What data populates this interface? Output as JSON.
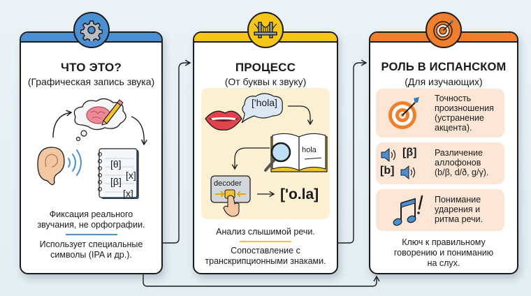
{
  "colors": {
    "blue": "#4a8fd4",
    "yellow": "#f5c518",
    "orange": "#f07e2a",
    "process_bg": "#fbf1d2",
    "role_bg": "#fbe6d6",
    "outline": "#1c1c1c",
    "background": "#e7eff4"
  },
  "panels": [
    {
      "id": "what",
      "icon": "gear-icon",
      "title": "ЧТО ЭТО?",
      "subtitle": "(Графическая запись звука)",
      "illustration": {
        "icons": [
          "ear-icon",
          "sound-waves-icon",
          "brain-thought-icon",
          "pencil-icon",
          "notebook-icon"
        ],
        "notebook_symbols": [
          "[θ]",
          "[x]",
          "[β]",
          "[x]"
        ]
      },
      "caption_1": [
        "Фиксация реального",
        "звучания, не орфографии."
      ],
      "caption_2": [
        "Использует специальные",
        "символы (IPA и др.)."
      ]
    },
    {
      "id": "process",
      "icon": "bridge-icon",
      "title": "ПРОЦЕСС",
      "subtitle": "(От буквы к звуку)",
      "illustration": {
        "icons": [
          "lips-icon",
          "speech-bubble-icon",
          "book-icon",
          "magnifier-icon",
          "decoder-icon",
          "hand-pointer-icon"
        ],
        "speech_text": "['hola]",
        "book_text": "hola",
        "decoder_label": "decoder",
        "result_text": "['o.la]"
      },
      "caption_1": [
        "Анализ слышимой речи."
      ],
      "caption_2": [
        "Сопоставление с",
        "транскрипционными знаками."
      ]
    },
    {
      "id": "role",
      "icon": "target-icon",
      "title": "РОЛЬ В ИСПАНСКОМ",
      "subtitle": "(Для изучающих)",
      "items": [
        {
          "icon": "target-arrow-icon",
          "lines": [
            "Точность",
            "произношения",
            "(устранение",
            "акцента)."
          ]
        },
        {
          "icon": "speaker-icon",
          "symbols": [
            "[β]",
            "[b]"
          ],
          "lines": [
            "Различение",
            "аллофонов",
            "(b/β, d/ð, g/γ)."
          ]
        },
        {
          "icon": "music-notes-icon",
          "lines": [
            "Понимание",
            "ударения и",
            "ритма речи."
          ]
        }
      ],
      "caption_1": [
        "Ключ к правильному",
        "говорению и пониманию",
        "на слух."
      ]
    }
  ]
}
